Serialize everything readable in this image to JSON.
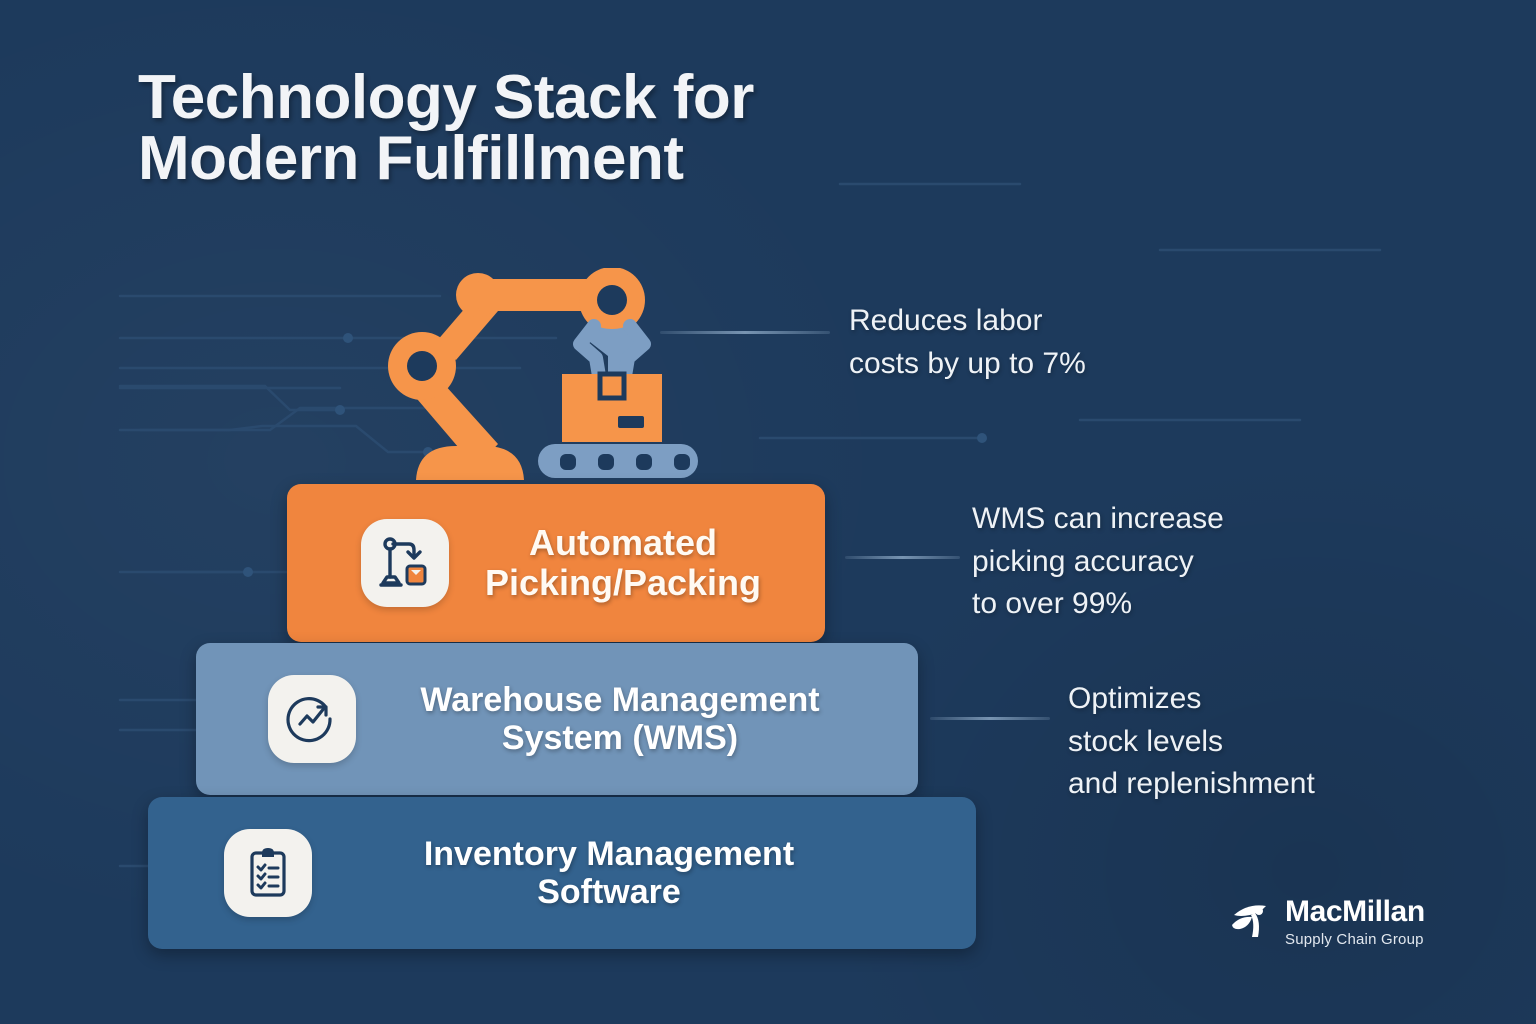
{
  "page": {
    "title": "Technology Stack for\nModern Fulfillment",
    "background_color": "#1d3a5c"
  },
  "colors": {
    "background": "#1d3a5c",
    "accent_orange": "#f0853e",
    "tier_mid_blue": "#7194b8",
    "tier_bottom_blue": "#33628e",
    "icon_tile": "#f3f2ee",
    "icon_stroke": "#1d3a5c",
    "text_light": "#eef2f6",
    "connector": "#96b2ce"
  },
  "illustration": {
    "name": "robotic-arm-conveyor",
    "arm_color": "#f6954a",
    "gripper_color": "#7d9ec3",
    "conveyor_color": "#7d9ec3",
    "box_color": "#f6954a",
    "roller_count": 4
  },
  "pyramid": {
    "tiers": [
      {
        "id": "automated-picking-packing",
        "label": "Automated\nPicking/Packing",
        "color": "#f0853e",
        "icon": "robot-arm-icon"
      },
      {
        "id": "warehouse-management-system",
        "label": "Warehouse Management\nSystem (WMS)",
        "color": "#7194b8",
        "icon": "analytics-trend-icon"
      },
      {
        "id": "inventory-management-software",
        "label": "Inventory Management\nSoftware",
        "color": "#33628e",
        "icon": "clipboard-checklist-icon"
      }
    ]
  },
  "callouts": [
    {
      "id": "callout-labor-cost",
      "text": "Reduces labor\ncosts by up to 7%"
    },
    {
      "id": "callout-picking-accuracy",
      "text": "WMS can increase\npicking accuracy\nto over 99%"
    },
    {
      "id": "callout-stock-levels",
      "text": "Optimizes\nstock levels\nand replenishment"
    }
  ],
  "logo": {
    "mark": "macmillan-swoosh-icon",
    "name": "MacMillan",
    "tagline": "Supply Chain Group"
  }
}
